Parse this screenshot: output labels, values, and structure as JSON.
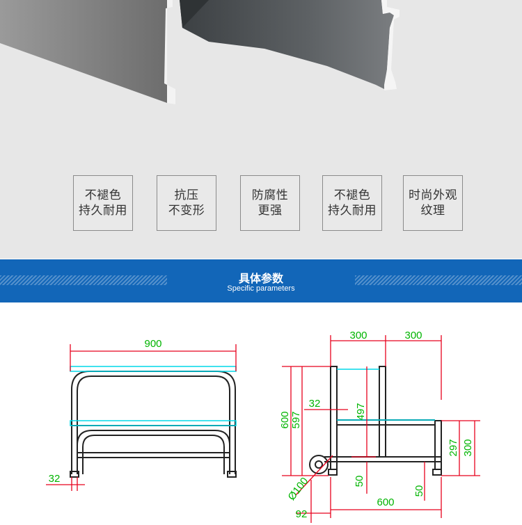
{
  "features": [
    {
      "line1": "不褪色",
      "line2": "持久耐用"
    },
    {
      "line1": "抗压",
      "line2": "不变形"
    },
    {
      "line1": "防腐性",
      "line2": "更强"
    },
    {
      "line1": "不褪色",
      "line2": "持久耐用"
    },
    {
      "line1": "时尚外观",
      "line2": "纹理"
    }
  ],
  "banner": {
    "title": "具体参数",
    "subtitle": "Specific parameters"
  },
  "front_view": {
    "width": "900",
    "tube": "32"
  },
  "side_view": {
    "top_left": "300",
    "top_right": "300",
    "h_600": "600",
    "h_597": "597",
    "h_497": "497",
    "tube": "32",
    "h_297": "297",
    "h_300": "300",
    "h_50a": "50",
    "h_50b": "50",
    "depth_600": "600",
    "wheel_dia": "Ø100",
    "wheel_offset": "92"
  }
}
